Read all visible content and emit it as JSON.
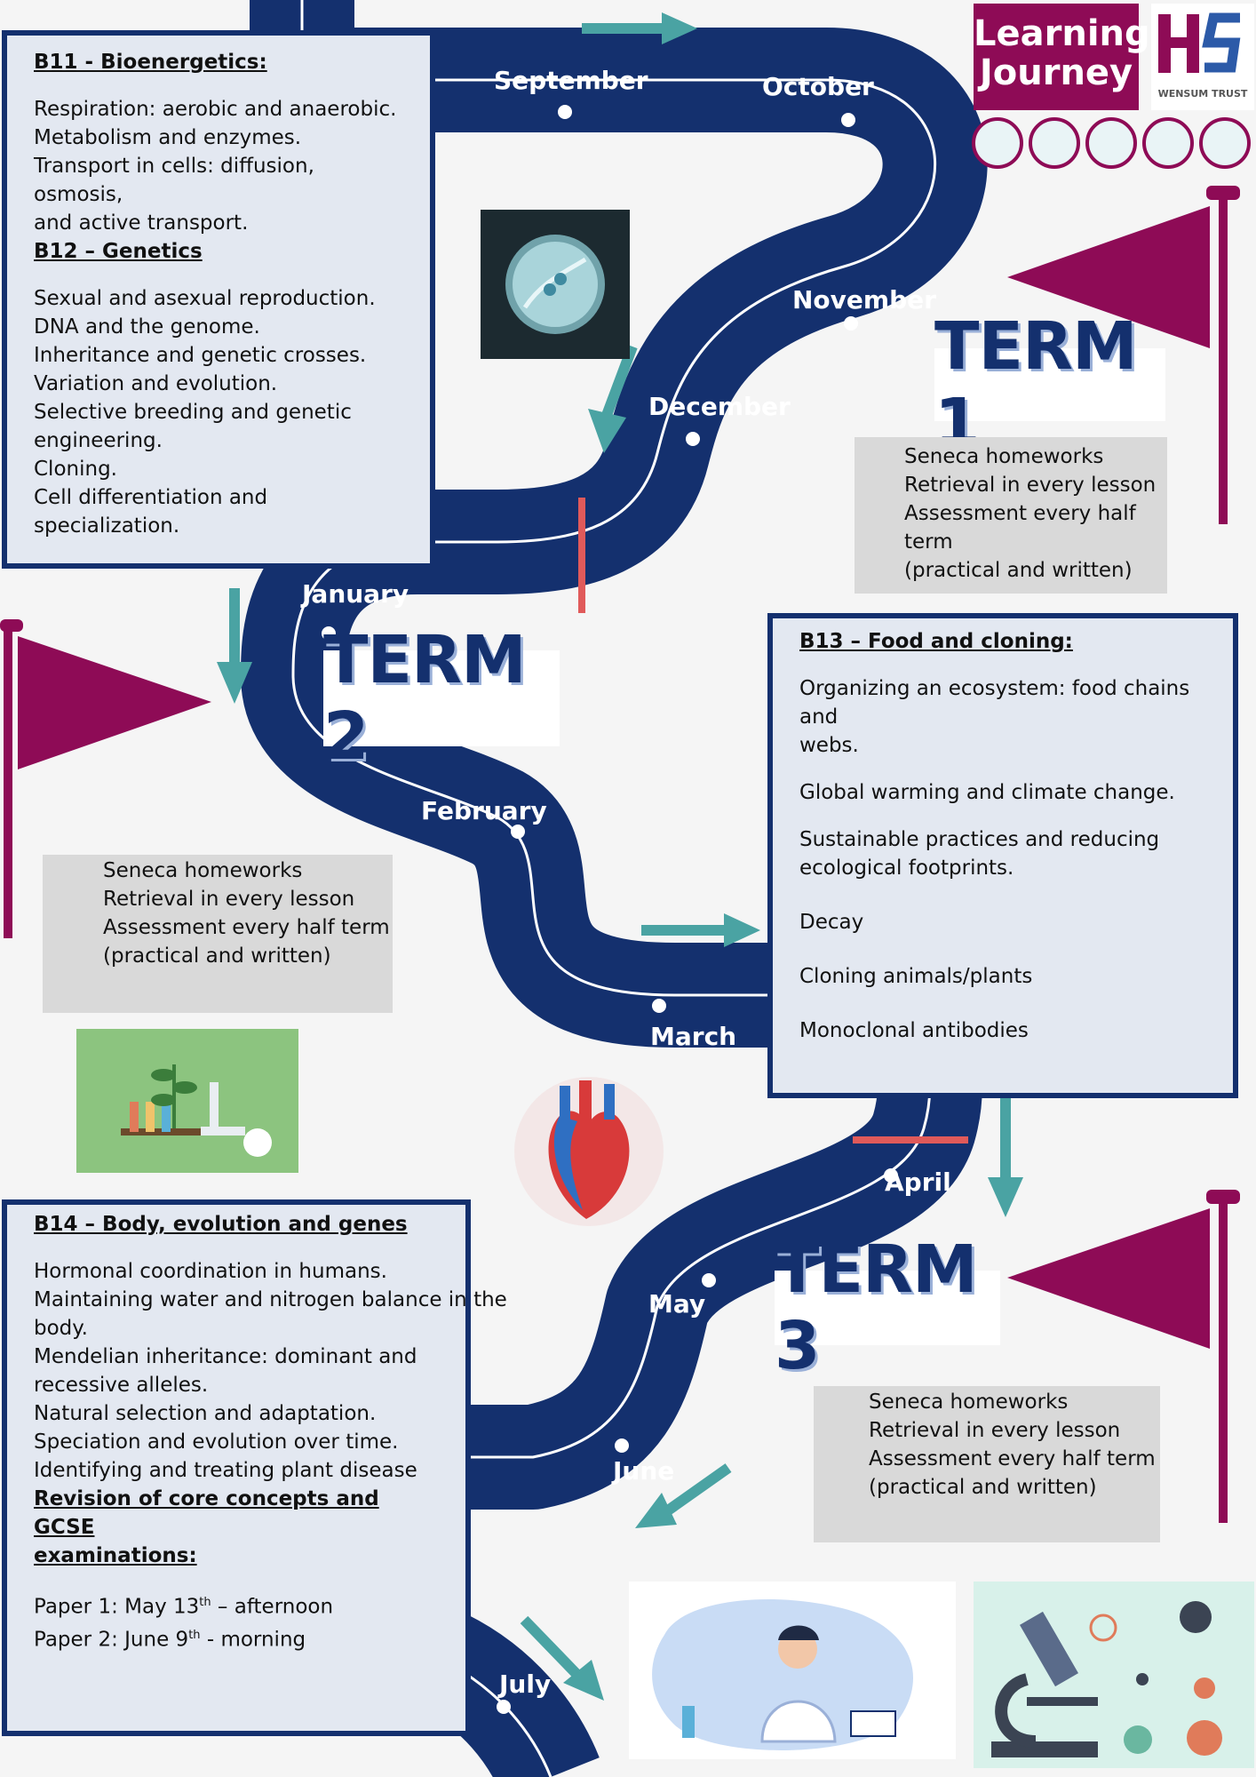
{
  "logo": {
    "line1": "Learning",
    "line2": "Journey",
    "trust_name": "WENSUM TRUST",
    "badges": [
      "magnifier-icon",
      "lightbulb-head-icon",
      "collaboration-icon",
      "persistent-icon",
      "discipline-icon"
    ]
  },
  "months": {
    "september": "September",
    "october": "October",
    "november": "November",
    "december": "December",
    "january": "January",
    "february": "February",
    "march": "March",
    "april": "April",
    "may": "May",
    "june": "June",
    "july": "July"
  },
  "terms": {
    "term1": "TERM 1",
    "term2": "TERM 2",
    "term3": "TERM 3"
  },
  "b11": {
    "heading": "B11 - Bioenergetics:",
    "lines": [
      "Respiration: aerobic and anaerobic.",
      "Metabolism and enzymes.",
      "Transport in cells: diffusion, osmosis,",
      "and active transport."
    ],
    "heading2": "B12 – Genetics",
    "lines2": [
      "Sexual and asexual reproduction.",
      "DNA and the genome.",
      "Inheritance and genetic crosses.",
      "Variation and evolution.",
      "Selective breeding and genetic",
      "engineering.",
      "Cloning.",
      "Cell differentiation and specialization."
    ]
  },
  "b13": {
    "heading": "B13 – Food and cloning:",
    "items": [
      [
        "Organizing an ecosystem: food chains and",
        "webs."
      ],
      [
        "Global warming and climate change."
      ],
      [
        "Sustainable practices and reducing",
        "ecological footprints."
      ],
      [
        "Decay"
      ],
      [
        "Cloning animals/plants"
      ],
      [
        "Monoclonal antibodies"
      ]
    ]
  },
  "b14": {
    "heading": "B14 – Body, evolution and genes",
    "lines": [
      "Hormonal coordination in humans.",
      "Maintaining water and nitrogen balance in the",
      "body.",
      "Mendelian inheritance: dominant and",
      "recessive alleles.",
      "Natural selection and adaptation.",
      "Speciation and evolution over time.",
      "Identifying and treating plant disease"
    ],
    "revision1": "Revision of core concepts and GCSE",
    "revision2": "examinations:",
    "paper1_pre": "Paper 1: May 13",
    "paper1_sup": "th",
    "paper1_post": " – afternoon",
    "paper2_pre": "Paper 2: June 9",
    "paper2_sup": "th",
    "paper2_post": " - morning"
  },
  "assessment": {
    "line1": "Seneca homeworks",
    "line2": "Retrieval in every lesson",
    "line3": "Assessment every half term",
    "line4": "(practical and written)"
  },
  "colors": {
    "road": "#14306e",
    "accent": "#8e0b56",
    "arrow": "#4aa3a3",
    "marker": "#e05a5a"
  }
}
